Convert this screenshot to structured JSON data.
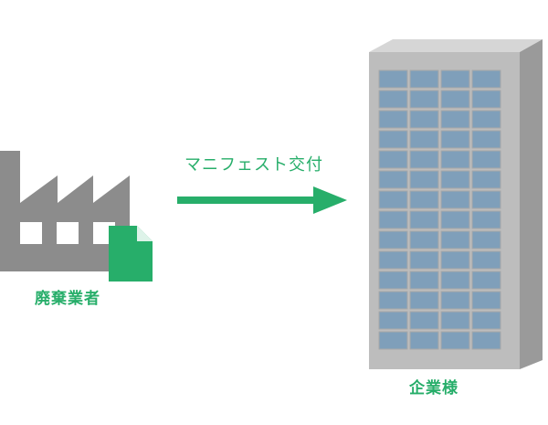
{
  "diagram": {
    "sender_label": "廃棄業者",
    "arrow_label": "マニフェスト交付",
    "receiver_label": "企業様"
  },
  "colors": {
    "green": "#27ae6a",
    "factory_gray": "#8c8c8c",
    "building_face": "#bdbdbd",
    "building_side": "#9a9a9a",
    "building_top": "#d6d6d6",
    "window": "#7f9fba",
    "window_border": "#a8a8a8"
  },
  "icons": {
    "factory": "factory-icon",
    "document": "document-icon",
    "building": "office-building-icon",
    "arrow": "arrow-right-icon"
  }
}
